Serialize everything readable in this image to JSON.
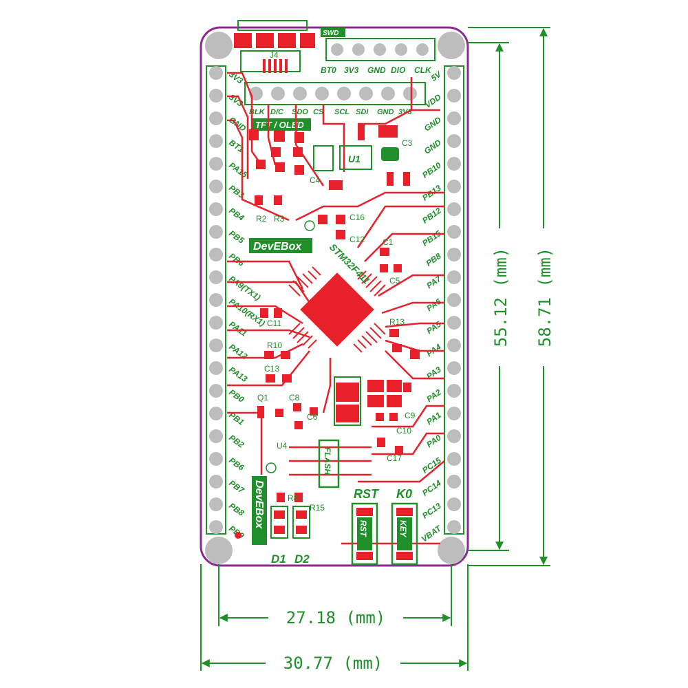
{
  "board": {
    "swd_label": "SWD",
    "swd_pins": [
      "BT0",
      "3V3",
      "GND",
      "DIO",
      "CLK"
    ],
    "tft_pins": [
      "BLK",
      "D/C",
      "SDO",
      "CS",
      "SCL",
      "SDI",
      "GND",
      "3V3"
    ],
    "tft_label": "TFT / OLED",
    "brand": "DevEBox",
    "mcu_text": "STM32F411",
    "flash_label": "FLASH",
    "button_rst": "RST",
    "button_key": "KEY",
    "button_rst_title": "RST",
    "button_key_title": "K0",
    "led_d1": "D1",
    "led_d2": "D2",
    "u1_label": "U1",
    "left_pins": [
      "3V3",
      "3V3",
      "GND",
      "BT1",
      "PA15",
      "PB3",
      "PB4",
      "PB5",
      "PB6",
      "PA9(TX1)",
      "PA10(RX1)",
      "PA11",
      "PA12",
      "PA13",
      "PB0",
      "PB1",
      "PB2",
      "PB6",
      "PB7",
      "PB8",
      "PB9"
    ],
    "right_pins": [
      "5V",
      "VDD",
      "GND",
      "GND",
      "PB10",
      "PB13",
      "PB12",
      "PB15",
      "PB8",
      "PA7",
      "PA6",
      "PA5",
      "PA4",
      "PA3",
      "PA2",
      "PA1",
      "PA0",
      "PC15",
      "PC14",
      "PC13",
      "VBAT"
    ],
    "components": [
      "C3",
      "C4",
      "C16",
      "C12",
      "C1",
      "C5",
      "C11",
      "C13",
      "C8",
      "C6",
      "C9",
      "C10",
      "C17",
      "R2",
      "R3",
      "R10",
      "R13",
      "R8",
      "R15",
      "Q1",
      "U4",
      "J4"
    ]
  },
  "dimensions": {
    "inner_width": "27.18 (mm)",
    "outer_width": "30.77 (mm)",
    "inner_height": "55.12 (mm)",
    "outer_height": "58.71 (mm)"
  },
  "colors": {
    "silkscreen": "#1f8f2a",
    "copper": "#e8202a",
    "outline": "#8a2a8f",
    "pad": "#bdbdbd"
  }
}
